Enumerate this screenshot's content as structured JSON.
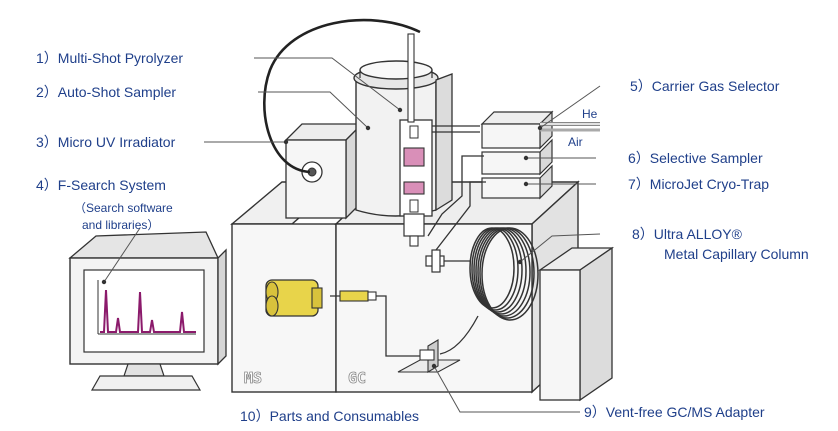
{
  "labels": {
    "l1": "1）Multi-Shot Pyrolyzer",
    "l2": "2）Auto-Shot Sampler",
    "l3": "3）Micro UV Irradiator",
    "l4": "4）F-Search System",
    "l4_sub1": "（Search software",
    "l4_sub2": "and libraries）",
    "l5": "5）Carrier Gas Selector",
    "l6": "6）Selective Sampler",
    "l7": "7）MicroJet Cryo-Trap",
    "l8a": "8）Ultra ALLOY®",
    "l8b": "Metal Capillary Column",
    "l9": "9）Vent-free GC/MS Adapter",
    "l10": "10）Parts and Consumables"
  },
  "gas_labels": {
    "he": "He",
    "air": "Air"
  },
  "box_labels": {
    "ms": "MS",
    "gc": "GC"
  },
  "colors": {
    "label_text": "#1f3f8a",
    "outline": "#333333",
    "panel_fill": "#f4f4f4",
    "peak": "#8b1a6b",
    "magnet": "#e8d44a",
    "cryo_tube": "#d98fb8"
  }
}
